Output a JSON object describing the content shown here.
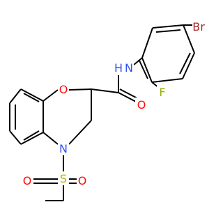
{
  "colors": {
    "carbon_bond": "#000000",
    "O": "#ff0d0d",
    "N": "#3050f8",
    "S": "#b3b300",
    "F": "#8fb300",
    "Br": "#a62929"
  },
  "atoms": {
    "br": "Br",
    "nh": "N",
    "h": "H",
    "f": "F",
    "o_ring": "O",
    "o_carbonyl": "O",
    "n_ring": "N",
    "s": "S",
    "o_sulfonyl_left": "O",
    "o_sulfonyl_right": "O"
  }
}
